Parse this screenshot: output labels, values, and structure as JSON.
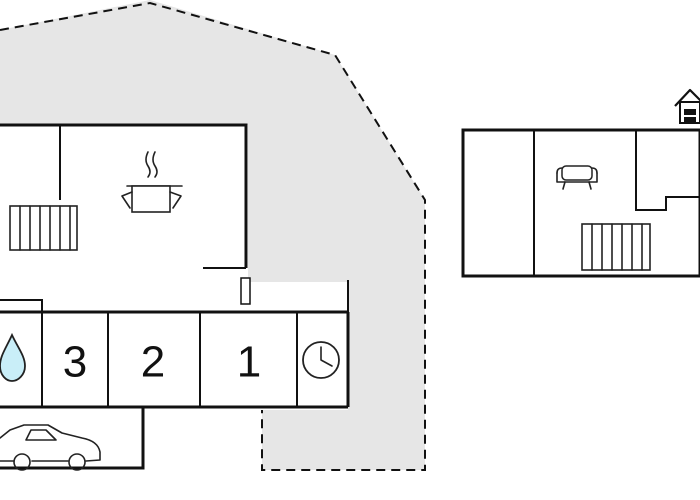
{
  "rooms": {
    "room_3": {
      "label": "3"
    },
    "room_2": {
      "label": "2"
    },
    "room_1": {
      "label": "1"
    }
  },
  "icons": {
    "water": "water-drop-icon",
    "clock": "clock-icon",
    "car": "car-icon",
    "kitchen": "cooking-pot-icon",
    "radiator": "radiator-icon",
    "sofa": "sofa-icon",
    "house": "house-icon"
  },
  "colors": {
    "terrace": "#e6e6e6",
    "walls": "#111111",
    "water": "#c9eef8"
  }
}
